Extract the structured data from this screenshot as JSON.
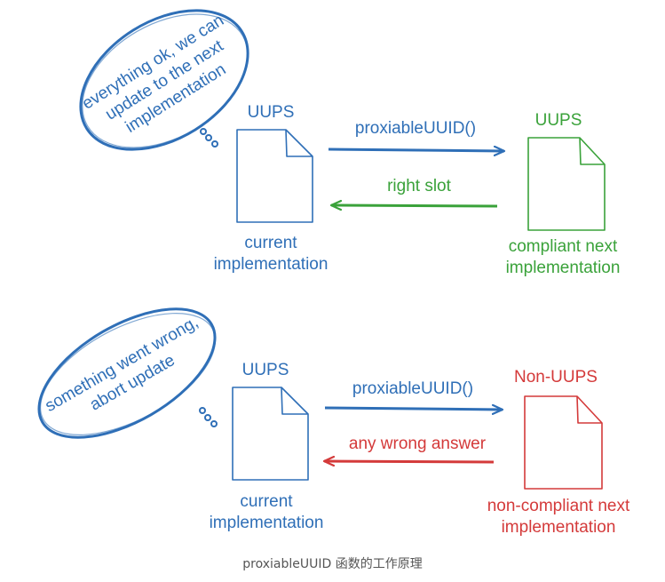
{
  "colors": {
    "blue": "#2f6fb7",
    "green": "#3aa23a",
    "red": "#d43a3a",
    "caption": "#555555"
  },
  "top": {
    "bubble": [
      "everything ok, we can",
      "update to the next",
      "implementation"
    ],
    "current_title": "UUPS",
    "current_label": [
      "current",
      "implementation"
    ],
    "call_label": "proxiableUUID()",
    "response_label": "right slot",
    "next_title": "UUPS",
    "next_label": [
      "compliant next",
      "implementation"
    ]
  },
  "bottom": {
    "bubble": [
      "something went wrong,",
      "abort update"
    ],
    "current_title": "UUPS",
    "current_label": [
      "current",
      "implementation"
    ],
    "call_label": "proxiableUUID()",
    "response_label": "any wrong answer",
    "next_title": "Non-UUPS",
    "next_label": [
      "non-compliant next",
      "implementation"
    ]
  },
  "caption": "proxiableUUID 函数的工作原理"
}
